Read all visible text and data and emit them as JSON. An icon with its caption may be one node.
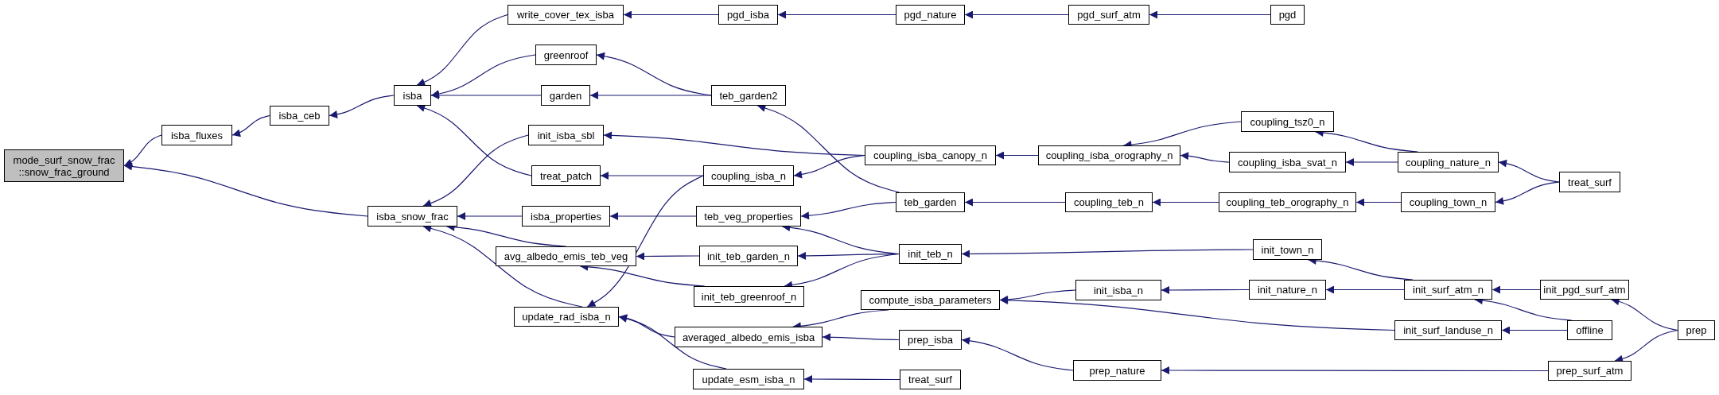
{
  "diagram": {
    "nodes": [
      {
        "text": [
          "mode_surf_snow_frac ::snow_frac_ground"
        ]
      },
      {
        "text": [
          "isba_fluxes"
        ]
      },
      {
        "text": [
          "isba_ceb"
        ]
      },
      {
        "text": [
          "isba"
        ]
      },
      {
        "text": [
          "isba_snow_frac"
        ]
      },
      {
        "text": [
          "write_cover_tex_isba"
        ]
      },
      {
        "text": [
          "greenroof"
        ]
      },
      {
        "text": [
          "garden"
        ]
      },
      {
        "text": [
          "init_isba_sbl"
        ]
      },
      {
        "text": [
          "treat_patch"
        ]
      },
      {
        "text": [
          "isba_properties"
        ]
      },
      {
        "text": [
          "avg_albedo_emis_teb_veg"
        ]
      },
      {
        "text": [
          "update_rad_isba_n"
        ]
      },
      {
        "text": [
          "pgd_isba"
        ]
      },
      {
        "text": [
          "teb_garden2"
        ]
      },
      {
        "text": [
          "coupling_isba_n"
        ]
      },
      {
        "text": [
          "teb_veg_properties"
        ]
      },
      {
        "text": [
          "init_teb_garden_n"
        ]
      },
      {
        "text": [
          "init_teb_greenroof_n"
        ]
      },
      {
        "text": [
          "averaged_albedo_emis_isba"
        ]
      },
      {
        "text": [
          "update_esm_isba_n"
        ]
      },
      {
        "text": [
          "pgd_nature"
        ]
      },
      {
        "text": [
          "coupling_isba_canopy_n"
        ]
      },
      {
        "text": [
          "teb_garden"
        ]
      },
      {
        "text": [
          "init_teb_n"
        ]
      },
      {
        "text": [
          "compute_isba_parameters"
        ]
      },
      {
        "text": [
          "prep_isba"
        ]
      },
      {
        "text": [
          "treat_surf"
        ]
      },
      {
        "text": [
          "pgd_surf_atm"
        ]
      },
      {
        "text": [
          "coupling_isba_orography_n"
        ]
      },
      {
        "text": [
          "coupling_teb_n"
        ]
      },
      {
        "text": [
          "init_isba_n"
        ]
      },
      {
        "text": [
          "prep_nature"
        ]
      },
      {
        "text": [
          "pgd"
        ]
      },
      {
        "text": [
          "coupling_tsz0_n"
        ]
      },
      {
        "text": [
          "coupling_isba_svat_n"
        ]
      },
      {
        "text": [
          "coupling_teb_orography_n"
        ]
      },
      {
        "text": [
          "init_town_n"
        ]
      },
      {
        "text": [
          "init_nature_n"
        ]
      },
      {
        "text": [
          "coupling_nature_n"
        ]
      },
      {
        "text": [
          "coupling_town_n"
        ]
      },
      {
        "text": [
          "init_surf_atm_n"
        ]
      },
      {
        "text": [
          "init_surf_landuse_n"
        ]
      },
      {
        "text": [
          "treat_surf"
        ]
      },
      {
        "text": [
          "init_pgd_surf_atm"
        ]
      },
      {
        "text": [
          "offline"
        ]
      },
      {
        "text": [
          "prep_surf_atm"
        ]
      },
      {
        "text": [
          "prep"
        ]
      }
    ],
    "edges": [
      {
        "from": 1,
        "to": 0,
        "arrow": "to"
      },
      {
        "from": 4,
        "to": 0,
        "arrow": "to"
      },
      {
        "from": 2,
        "to": 1,
        "arrow": "to"
      },
      {
        "from": 3,
        "to": 2,
        "arrow": "to"
      },
      {
        "from": 5,
        "to": 3,
        "arrow": "to"
      },
      {
        "from": 6,
        "to": 3,
        "arrow": "to"
      },
      {
        "from": 7,
        "to": 3,
        "arrow": "to"
      },
      {
        "from": 9,
        "to": 3,
        "arrow": "to"
      },
      {
        "from": 8,
        "to": 4,
        "arrow": "to"
      },
      {
        "from": 10,
        "to": 4,
        "arrow": "to"
      },
      {
        "from": 11,
        "to": 4,
        "arrow": "to"
      },
      {
        "from": 12,
        "to": 4,
        "arrow": "to"
      },
      {
        "from": 13,
        "to": 5,
        "arrow": "to"
      },
      {
        "from": 14,
        "to": 6,
        "arrow": "to"
      },
      {
        "from": 14,
        "to": 7,
        "arrow": "to"
      },
      {
        "from": 22,
        "to": 8,
        "arrow": "to"
      },
      {
        "from": 15,
        "to": 9,
        "arrow": "to"
      },
      {
        "from": 16,
        "to": 10,
        "arrow": "to"
      },
      {
        "from": 17,
        "to": 11,
        "arrow": "to"
      },
      {
        "from": 18,
        "to": 11,
        "arrow": "to"
      },
      {
        "from": 15,
        "to": 12,
        "arrow": "to"
      },
      {
        "from": 19,
        "to": 12,
        "arrow": "to"
      },
      {
        "from": 20,
        "to": 12,
        "arrow": "to"
      },
      {
        "from": 21,
        "to": 13,
        "arrow": "to"
      },
      {
        "from": 23,
        "to": 14,
        "arrow": "to"
      },
      {
        "from": 22,
        "to": 15,
        "arrow": "to"
      },
      {
        "from": 23,
        "to": 16,
        "arrow": "to"
      },
      {
        "from": 24,
        "to": 16,
        "arrow": "to"
      },
      {
        "from": 24,
        "to": 17,
        "arrow": "to"
      },
      {
        "from": 24,
        "to": 18,
        "arrow": "to"
      },
      {
        "from": 25,
        "to": 19,
        "arrow": "to"
      },
      {
        "from": 26,
        "to": 19,
        "arrow": "to"
      },
      {
        "from": 27,
        "to": 20,
        "arrow": "to"
      },
      {
        "from": 28,
        "to": 21,
        "arrow": "to"
      },
      {
        "from": 29,
        "to": 22,
        "arrow": "to"
      },
      {
        "from": 30,
        "to": 23,
        "arrow": "to"
      },
      {
        "from": 37,
        "to": 24,
        "arrow": "to"
      },
      {
        "from": 31,
        "to": 25,
        "arrow": "to"
      },
      {
        "from": 42,
        "to": 25,
        "arrow": "to"
      },
      {
        "from": 32,
        "to": 26,
        "arrow": "to"
      },
      {
        "from": 33,
        "to": 28,
        "arrow": "to"
      },
      {
        "from": 34,
        "to": 29,
        "arrow": "to"
      },
      {
        "from": 35,
        "to": 29,
        "arrow": "to"
      },
      {
        "from": 36,
        "to": 30,
        "arrow": "to"
      },
      {
        "from": 38,
        "to": 31,
        "arrow": "to"
      },
      {
        "from": 46,
        "to": 32,
        "arrow": "to"
      },
      {
        "from": 39,
        "to": 34,
        "arrow": "to"
      },
      {
        "from": 39,
        "to": 35,
        "arrow": "to"
      },
      {
        "from": 40,
        "to": 36,
        "arrow": "to"
      },
      {
        "from": 41,
        "to": 37,
        "arrow": "to"
      },
      {
        "from": 41,
        "to": 38,
        "arrow": "to"
      },
      {
        "from": 43,
        "to": 39,
        "arrow": "to"
      },
      {
        "from": 43,
        "to": 40,
        "arrow": "to"
      },
      {
        "from": 44,
        "to": 41,
        "arrow": "to"
      },
      {
        "from": 45,
        "to": 41,
        "arrow": "to"
      },
      {
        "from": 45,
        "to": 42,
        "arrow": "to"
      },
      {
        "from": 47,
        "to": 44,
        "arrow": "to"
      },
      {
        "from": 47,
        "to": 46,
        "arrow": "to"
      }
    ]
  }
}
